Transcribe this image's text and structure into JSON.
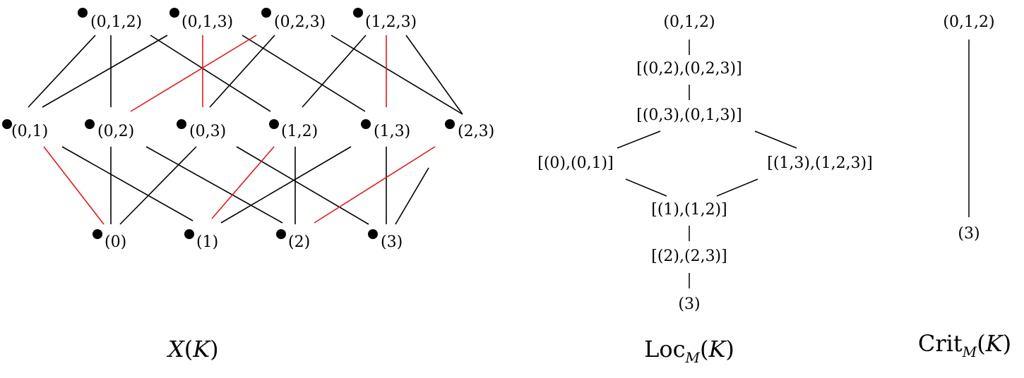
{
  "hasse": {
    "caption": {
      "script": "X",
      "open": "(",
      "var": "K",
      "close": ")"
    },
    "dot_color": "#000000",
    "edge_color": "#000000",
    "matched_edge_color": "#e0191b",
    "nodes": [
      {
        "id": "v012",
        "label": "(0,1,2)"
      },
      {
        "id": "v013",
        "label": "(0,1,3)"
      },
      {
        "id": "v023",
        "label": "(0,2,3)"
      },
      {
        "id": "v123",
        "label": "(1,2,3)"
      },
      {
        "id": "v01",
        "label": "(0,1)"
      },
      {
        "id": "v02",
        "label": "(0,2)"
      },
      {
        "id": "v03",
        "label": "(0,3)"
      },
      {
        "id": "v12",
        "label": "(1,2)"
      },
      {
        "id": "v13",
        "label": "(1,3)"
      },
      {
        "id": "v23",
        "label": "(2,3)"
      },
      {
        "id": "v0",
        "label": "(0)"
      },
      {
        "id": "v1",
        "label": "(1)"
      },
      {
        "id": "v2",
        "label": "(2)"
      },
      {
        "id": "v3",
        "label": "(3)"
      }
    ],
    "edges": [
      [
        "v012",
        "v01",
        false
      ],
      [
        "v012",
        "v02",
        false
      ],
      [
        "v012",
        "v12",
        false
      ],
      [
        "v013",
        "v01",
        false
      ],
      [
        "v013",
        "v03",
        true
      ],
      [
        "v013",
        "v13",
        false
      ],
      [
        "v023",
        "v02",
        true
      ],
      [
        "v023",
        "v03",
        false
      ],
      [
        "v023",
        "v23",
        false
      ],
      [
        "v123",
        "v12",
        false
      ],
      [
        "v123",
        "v13",
        true
      ],
      [
        "v123",
        "v23",
        false
      ],
      [
        "v01",
        "v0",
        true
      ],
      [
        "v01",
        "v1",
        false
      ],
      [
        "v02",
        "v0",
        false
      ],
      [
        "v02",
        "v2",
        false
      ],
      [
        "v03",
        "v0",
        false
      ],
      [
        "v03",
        "v3",
        false
      ],
      [
        "v12",
        "v1",
        true
      ],
      [
        "v12",
        "v2",
        false
      ],
      [
        "v13",
        "v1",
        false
      ],
      [
        "v13",
        "v3",
        false
      ],
      [
        "v23",
        "v2",
        true
      ],
      [
        "v23",
        "v3",
        false
      ]
    ]
  },
  "loc": {
    "caption": {
      "text": "Loc",
      "sub": "M",
      "open": "(",
      "var": "K",
      "close": ")"
    },
    "nodes": [
      {
        "id": "L1",
        "label": "(0,1,2)"
      },
      {
        "id": "L2",
        "label": "[(0,2),(0,2,3)]"
      },
      {
        "id": "L3",
        "label": "[(0,3),(0,1,3)]"
      },
      {
        "id": "L4",
        "label": "[(0),(0,1)]"
      },
      {
        "id": "L5",
        "label": "[(1,3),(1,2,3)]"
      },
      {
        "id": "L6",
        "label": "[(1),(1,2)]"
      },
      {
        "id": "L7",
        "label": "[(2),(2,3)]"
      },
      {
        "id": "L8",
        "label": "(3)"
      }
    ]
  },
  "crit": {
    "caption": {
      "text": "Crit",
      "sub": "M",
      "open": "(",
      "var": "K",
      "close": ")"
    },
    "nodes": [
      {
        "id": "C1",
        "label": "(0,1,2)"
      },
      {
        "id": "C2",
        "label": "(3)"
      }
    ]
  }
}
